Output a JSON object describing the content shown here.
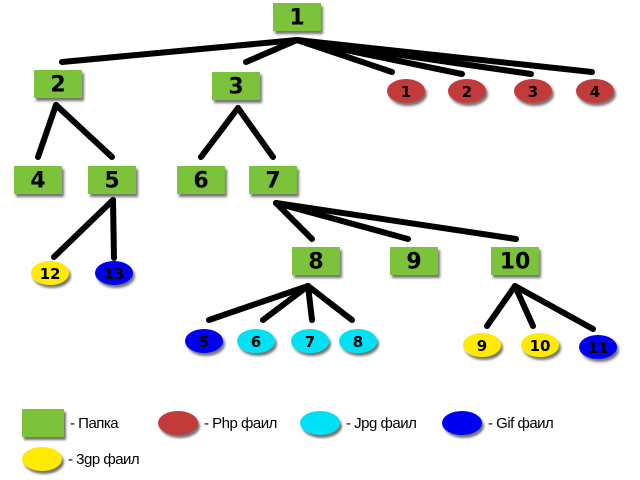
{
  "colors": {
    "folder": "#7dc23a",
    "php": "#c23a3a",
    "jpg": "#00e1f5",
    "gif": "#0000f0",
    "3gp": "#ffeb00",
    "edge": "#000000"
  },
  "tree": {
    "nodes": [
      {
        "id": "root",
        "label": "1",
        "type": "folder"
      },
      {
        "id": "f2",
        "label": "2",
        "type": "folder",
        "parent": "root"
      },
      {
        "id": "f3",
        "label": "3",
        "type": "folder",
        "parent": "root"
      },
      {
        "id": "p1",
        "label": "1",
        "type": "php",
        "parent": "root"
      },
      {
        "id": "p2",
        "label": "2",
        "type": "php",
        "parent": "root"
      },
      {
        "id": "p3",
        "label": "3",
        "type": "php",
        "parent": "root"
      },
      {
        "id": "p4",
        "label": "4",
        "type": "php",
        "parent": "root"
      },
      {
        "id": "f4",
        "label": "4",
        "type": "folder",
        "parent": "f2"
      },
      {
        "id": "f5",
        "label": "5",
        "type": "folder",
        "parent": "f2"
      },
      {
        "id": "f6",
        "label": "6",
        "type": "folder",
        "parent": "f3"
      },
      {
        "id": "f7",
        "label": "7",
        "type": "folder",
        "parent": "f3"
      },
      {
        "id": "t12",
        "label": "12",
        "type": "3gp",
        "parent": "f5"
      },
      {
        "id": "g13",
        "label": "13",
        "type": "gif",
        "parent": "f5"
      },
      {
        "id": "f8",
        "label": "8",
        "type": "folder",
        "parent": "f7"
      },
      {
        "id": "f9",
        "label": "9",
        "type": "folder",
        "parent": "f7"
      },
      {
        "id": "f10",
        "label": "10",
        "type": "folder",
        "parent": "f7"
      },
      {
        "id": "g5",
        "label": "5",
        "type": "gif",
        "parent": "f8"
      },
      {
        "id": "j6",
        "label": "6",
        "type": "jpg",
        "parent": "f8"
      },
      {
        "id": "j7",
        "label": "7",
        "type": "jpg",
        "parent": "f8"
      },
      {
        "id": "j8",
        "label": "8",
        "type": "jpg",
        "parent": "f8"
      },
      {
        "id": "t9",
        "label": "9",
        "type": "3gp",
        "parent": "f10"
      },
      {
        "id": "t10",
        "label": "10",
        "type": "3gp",
        "parent": "f10"
      },
      {
        "id": "g11",
        "label": "11",
        "type": "gif",
        "parent": "f10"
      }
    ]
  },
  "legend": {
    "folder": "- Папка",
    "php": "- Php фаил",
    "jpg": "- Jpg фаил",
    "gif": "- Gif фаил",
    "3gp": "- 3gp фаил"
  }
}
